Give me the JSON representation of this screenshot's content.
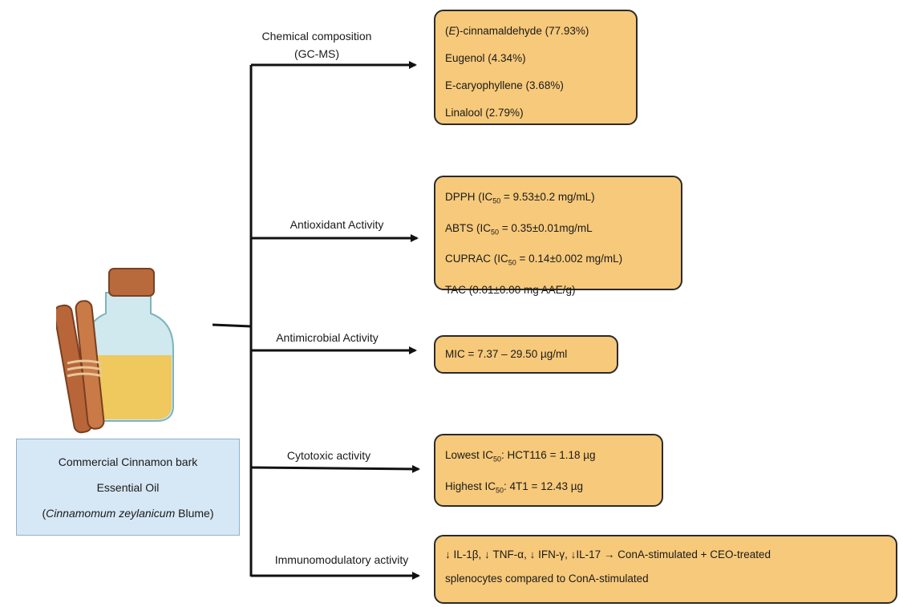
{
  "source": {
    "line1": "Commercial Cinnamon bark",
    "line2": "Essential Oil",
    "species": "Cinnamomum zeylanicum",
    "authority": "Blume"
  },
  "branches": {
    "chemical": {
      "label_line1": "Chemical composition",
      "label_line2": "(GC-MS)",
      "items": {
        "item1_italic": "E",
        "item1_rest": "-cinnamaldehyde (77.93%)",
        "item2": "Eugenol (4.34%)",
        "item3": "E-caryophyllene (3.68%)",
        "item4": "Linalool (2.79%)"
      }
    },
    "antioxidant": {
      "label": "Antioxidant Activity",
      "dpph_pre": "DPPH (IC",
      "dpph_post": " = 9.53±0.2 mg/mL)",
      "abts_pre": "ABTS (IC",
      "abts_post": " = 0.35±0.01mg/mL",
      "cuprac_pre": "CUPRAC (IC",
      "cuprac_post": " = 0.14±0.002 mg/mL)",
      "tac": "TAC (0.01±0.00 mg AAE/g)"
    },
    "antimicrobial": {
      "label": "Antimicrobial Activity",
      "mic": "MIC = 7.37 – 29.50 µg/ml"
    },
    "cytotoxic": {
      "label": "Cytotoxic activity",
      "lowest_pre": "Lowest IC",
      "lowest_post": ": HCT116 = 1.18 µg",
      "highest_pre": "Highest IC",
      "highest_post": ": 4T1 = 12.43 µg"
    },
    "immunomodulatory": {
      "label": "Immunomodulatory activity",
      "line1": "↓ IL-1β, ↓ TNF-α, ↓ IFN-γ, ↓IL-17 → ConA-stimulated + CEO-treated",
      "line2": "splenocytes compared to ConA-stimulated"
    }
  },
  "ic50_subscript": "50",
  "colors": {
    "result_fill": "#f7c97a",
    "source_fill": "#d6e7f5",
    "line": "#111111"
  },
  "illustration": "cinnamon-oil-bottle-with-cinnamon-sticks"
}
